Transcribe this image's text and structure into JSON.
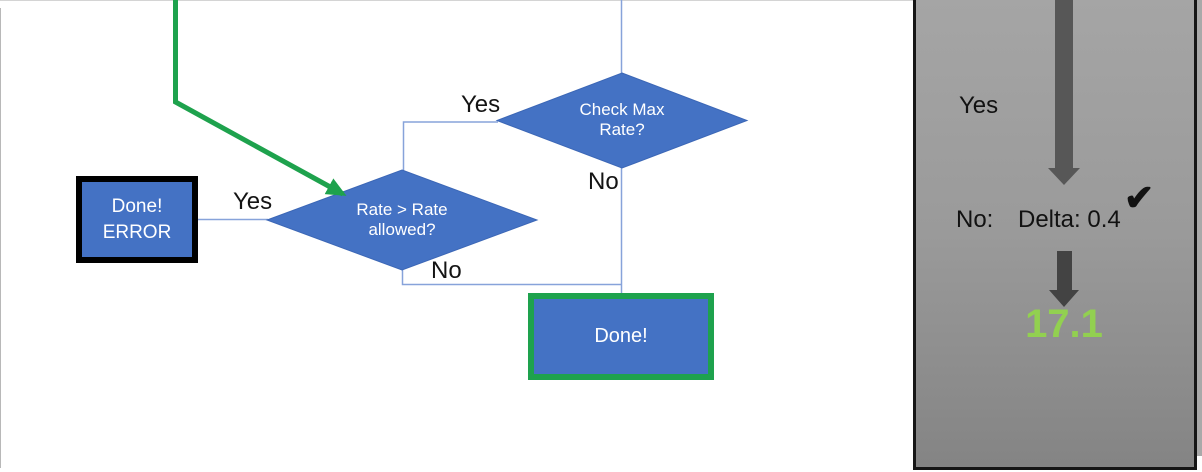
{
  "flowchart": {
    "decision_check_max_rate": {
      "lines": [
        "Check Max",
        "Rate?"
      ],
      "yes_label": "Yes",
      "no_label": "No"
    },
    "decision_rate_allowed": {
      "lines": [
        "Rate > Rate",
        "allowed?"
      ],
      "yes_label": "Yes",
      "no_label": "No"
    },
    "error_box": {
      "lines": [
        "Done!",
        "ERROR"
      ]
    },
    "done_box": {
      "label": "Done!"
    }
  },
  "panel": {
    "yes_label": "Yes",
    "no_label": "No:",
    "delta_text": "Delta: 0.4",
    "check_glyph": "✔",
    "result_value": "17.1",
    "result_color": "#92D050"
  },
  "colors": {
    "shape_fill_blue": "#4472C4",
    "flow_green": "#1ea24d",
    "connector_blue": "#87a3da",
    "panel_arrow_gray": "#575757",
    "error_border_black": "#000000"
  }
}
